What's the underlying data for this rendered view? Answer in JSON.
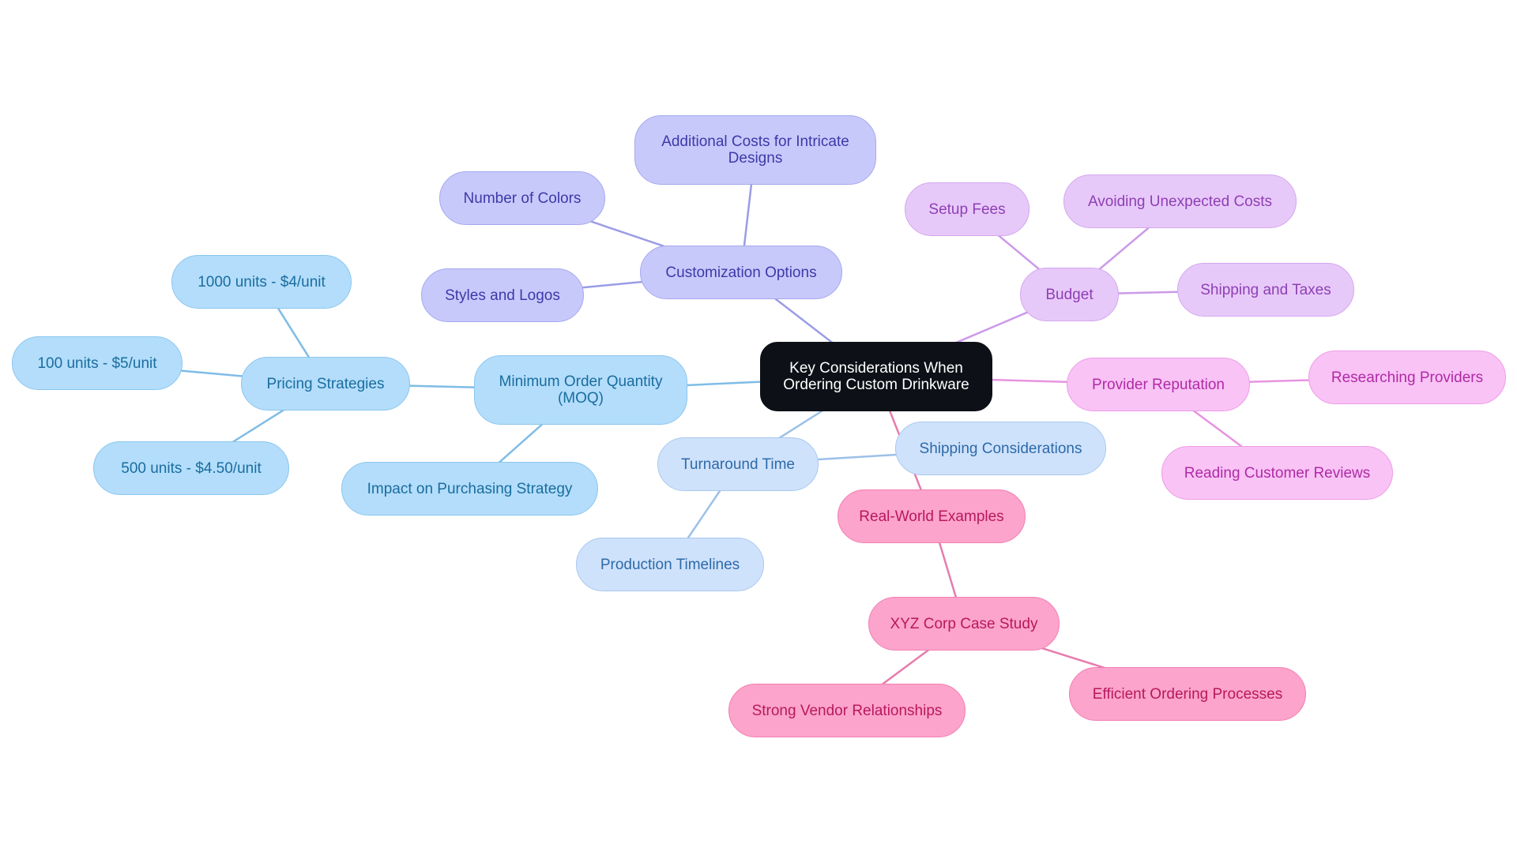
{
  "mindmap": {
    "root": "Key Considerations When Ordering Custom Drinkware",
    "colors": {
      "root_fill": "#0d1117",
      "root_text": "#ffffff",
      "blue": {
        "fill": "#b3ddfb",
        "stroke": "#8cc6ee",
        "text": "#1a6d9e",
        "edge": "#7fbce6"
      },
      "lightblue": {
        "fill": "#cfe2fb",
        "stroke": "#a9c8ef",
        "text": "#2d6aa8",
        "edge": "#9cc0e8"
      },
      "indigo": {
        "fill": "#c8c9fb",
        "stroke": "#a6a8ee",
        "text": "#3b3aa8",
        "edge": "#9a9ce6"
      },
      "violet": {
        "fill": "#e7c9f9",
        "stroke": "#d3a7ef",
        "text": "#8e3fb4",
        "edge": "#cc9ae8"
      },
      "magenta": {
        "fill": "#f9c3f5",
        "stroke": "#ee9ce8",
        "text": "#b02aa6",
        "edge": "#e894df"
      },
      "pink": {
        "fill": "#fca4cb",
        "stroke": "#f27fb3",
        "text": "#b8185e",
        "edge": "#e67cad"
      }
    },
    "nodes": {
      "moq": "Minimum Order Quantity (MOQ)",
      "pricing": "Pricing Strategies",
      "p1000": "1000 units - $4/unit",
      "p100": "100 units - $5/unit",
      "p500": "500 units - $4.50/unit",
      "impact": "Impact on Purchasing Strategy",
      "custom": "Customization Options",
      "colors_n": "Number of Colors",
      "styles": "Styles and Logos",
      "addcost": "Additional Costs for Intricate Designs",
      "budget": "Budget",
      "setup": "Setup Fees",
      "avoid": "Avoiding Unexpected Costs",
      "shiptax": "Shipping and Taxes",
      "reputation": "Provider Reputation",
      "research": "Researching Providers",
      "reviews": "Reading Customer Reviews",
      "turnaround": "Turnaround Time",
      "production": "Production Timelines",
      "shipping": "Shipping Considerations",
      "realworld": "Real-World Examples",
      "xyz": "XYZ Corp Case Study",
      "vendor": "Strong Vendor Relationships",
      "efficient": "Efficient Ordering Processes"
    }
  }
}
